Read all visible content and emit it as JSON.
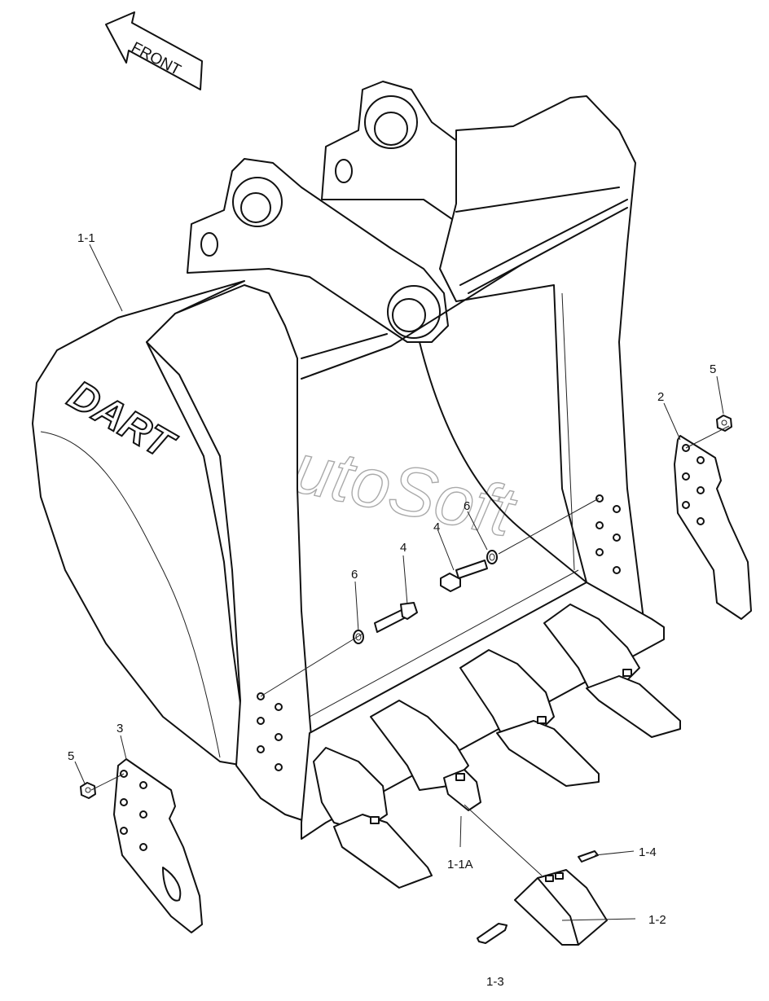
{
  "direction_arrow": {
    "text": "FRONT"
  },
  "logo": {
    "text": "DART"
  },
  "watermark": {
    "text": "AutoSoft"
  },
  "callouts": [
    {
      "id": "1-1"
    },
    {
      "id": "1-1A"
    },
    {
      "id": "1-2"
    },
    {
      "id": "1-3"
    },
    {
      "id": "1-4"
    },
    {
      "id": "2"
    },
    {
      "id": "3"
    },
    {
      "id": "4"
    },
    {
      "id": "4"
    },
    {
      "id": "5"
    },
    {
      "id": "5"
    },
    {
      "id": "6"
    },
    {
      "id": "6"
    }
  ]
}
